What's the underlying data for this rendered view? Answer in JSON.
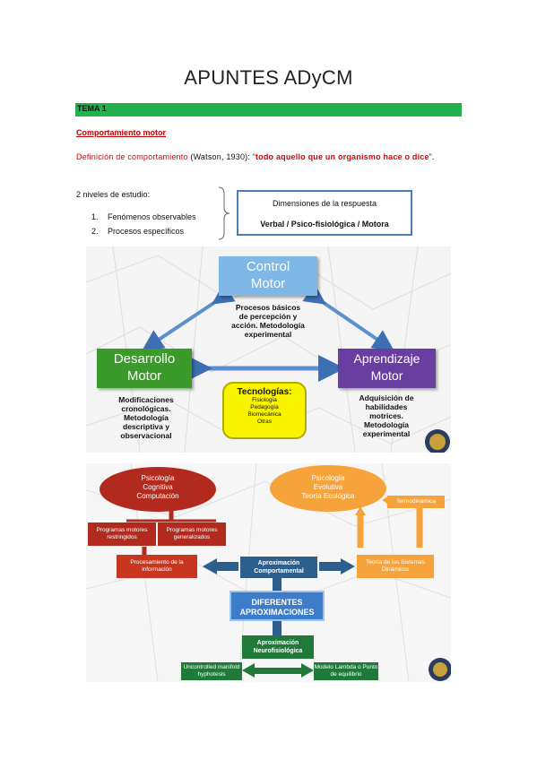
{
  "document": {
    "title": "APUNTES ADyCM",
    "tema": "TEMA 1",
    "section_heading": "Comportamiento motor",
    "definition": {
      "label": "Definición de comportamiento",
      "citation": " (Watson, 1930): “",
      "quote": "todo aquello que un organismo hace o dice",
      "end": "”."
    },
    "niveles_intro": "2 niveles de estudio:",
    "niveles": [
      {
        "num": "1.",
        "text": "Fenómenos observables"
      },
      {
        "num": "2.",
        "text": "Procesos específicos"
      }
    ],
    "dimensiones": {
      "title": "Dimensiones de la respuesta",
      "values": "Verbal / Psico-fisiológica / Motora"
    }
  },
  "diagram1": {
    "control": {
      "line1": "Control",
      "line2": "Motor"
    },
    "control_text": [
      "Procesos básicos",
      "de percepción y",
      "acción. Metodología",
      "experimental"
    ],
    "desarrollo": {
      "line1": "Desarrollo",
      "line2": "Motor"
    },
    "desarrollo_text": [
      "Modificaciones",
      "cronológicas.",
      "Metodología",
      "descriptiva y",
      "observacional"
    ],
    "aprendizaje": {
      "line1": "Aprendizaje",
      "line2": "Motor"
    },
    "aprendizaje_text": [
      "Adquisición de",
      "habilidades",
      "motrices.",
      "Metodología",
      "experimental"
    ],
    "tech_title": "Tecnologías:",
    "tech_items": [
      "Fisiología",
      "Pedagogía",
      "Biomecánica",
      "Otras"
    ]
  },
  "diagram2": {
    "psicologia_cog": [
      "Psicología",
      "Cognitiva",
      "Computación"
    ],
    "psicologia_evo": [
      "Psicología",
      "Evolutiva",
      "Teoría Ecológica"
    ],
    "termodinamica": "Termodinámica",
    "prog_restringidos": [
      "Programas motores",
      "restringidos"
    ],
    "prog_generalizados": [
      "Programas motores",
      "generalizados"
    ],
    "procesamiento": [
      "Procesamiento de la",
      "información"
    ],
    "aprox_comportamental": [
      "Aproximación",
      "Comportamental"
    ],
    "teoria_sistemas": [
      "Teoría de los Sistemas",
      "Dinámicos"
    ],
    "diferentes": [
      "DIFERENTES",
      "APROXIMACIONES"
    ],
    "aprox_neuro": [
      "Aproximación",
      "Neurofisiológica"
    ],
    "uncontrolled": [
      "Uncontrolled manifold",
      "hyphotesis"
    ],
    "modelo_lambda": [
      "Modelo Lambda o Punto",
      "de equilibrio"
    ]
  },
  "colors": {
    "tema_bar": "#22b14c",
    "heading_red": "#c00000",
    "control_blue": "#7fb7e6",
    "desarrollo_green": "#3a9a2a",
    "aprendizaje_purple": "#6a3ea1",
    "tech_yellow": "#f8f400",
    "cog_red": "#b22a1e",
    "evo_orange": "#f7a33c",
    "comportamental_blue": "#2c5f8e",
    "neuro_green": "#1f7a3a"
  }
}
